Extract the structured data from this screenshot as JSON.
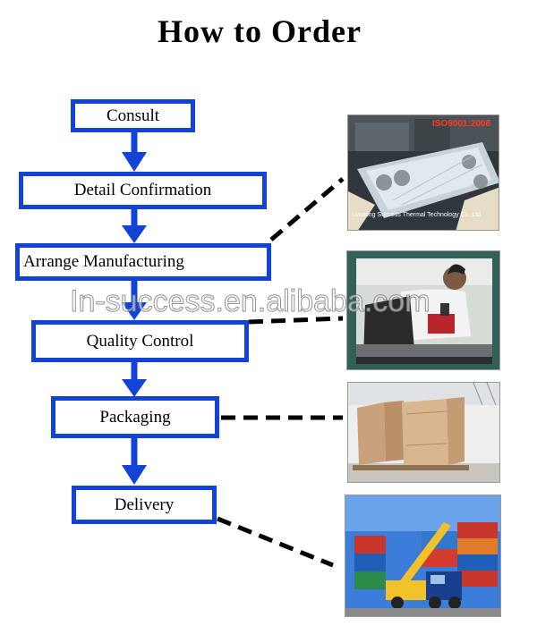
{
  "title": "How to Order",
  "steps": [
    {
      "label": "Consult"
    },
    {
      "label": "Detail Confirmation"
    },
    {
      "label": "Arrange Manufacturing"
    },
    {
      "label": "Quality Control"
    },
    {
      "label": "Packaging"
    },
    {
      "label": "Delivery"
    }
  ],
  "watermark": "In-success.en.alibaba.com",
  "photos": [
    {
      "subject": "plate-press-photo",
      "badge": "ISO9001:2008",
      "caption": "Liaoning Success Thermal Technology Co.,Ltd."
    },
    {
      "subject": "worker-inspecting-photo"
    },
    {
      "subject": "wooden-crates-photo"
    },
    {
      "subject": "container-port-photo"
    }
  ],
  "colors": {
    "box_border": "#1043d6",
    "arrow": "#1043d6",
    "connector": "#000000"
  }
}
